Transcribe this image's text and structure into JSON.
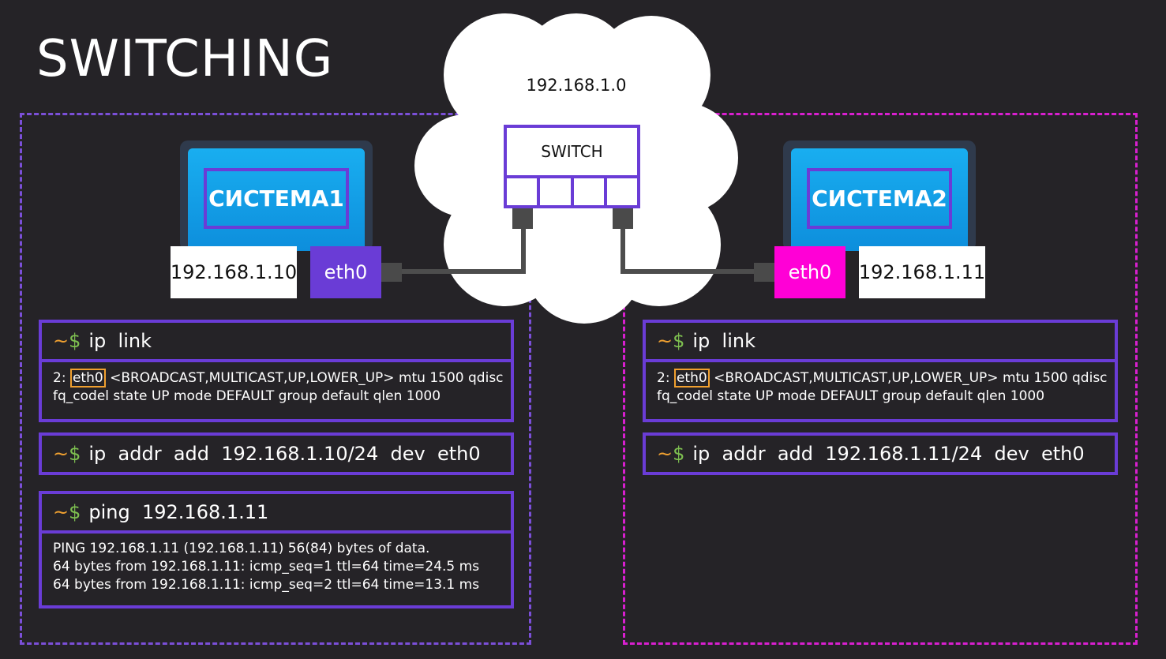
{
  "title": "SWITCHING",
  "network": {
    "address": "192.168.1.0",
    "switch_label": "SWITCH"
  },
  "hosts": {
    "left": {
      "name": "СИСТЕМА1",
      "ip": "192.168.1.10",
      "iface": "eth0",
      "iface_color": "#6a3cd6"
    },
    "right": {
      "name": "СИСТЕМА2",
      "ip": "192.168.1.11",
      "iface": "eth0",
      "iface_color": "#ff00d6"
    }
  },
  "prompt": {
    "tilde": "~",
    "dollar": "$"
  },
  "left_terminals": {
    "ip_link": {
      "command": "ip  link",
      "out_prefix": "2: ",
      "out_iface": "eth0",
      "out_line1_rest": " <BROADCAST,MULTICAST,UP,LOWER_UP> mtu 1500 qdisc",
      "out_line2": "fq_codel state UP mode DEFAULT group default qlen 1000"
    },
    "addr_add": {
      "command": "ip  addr  add  192.168.1.10/24  dev  eth0"
    },
    "ping": {
      "command": "ping  192.168.1.11",
      "out_lines": [
        "PING 192.168.1.11 (192.168.1.11) 56(84) bytes of data.",
        "64 bytes from 192.168.1.11: icmp_seq=1 ttl=64 time=24.5 ms",
        "64 bytes from 192.168.1.11: icmp_seq=2 ttl=64 time=13.1 ms"
      ]
    }
  },
  "right_terminals": {
    "ip_link": {
      "command": "ip  link",
      "out_prefix": "2: ",
      "out_iface": "eth0",
      "out_line1_rest": " <BROADCAST,MULTICAST,UP,LOWER_UP> mtu 1500 qdisc",
      "out_line2": "fq_codel state UP mode DEFAULT group default qlen 1000"
    },
    "addr_add": {
      "command": "ip  addr  add  192.168.1.11/24  dev  eth0"
    }
  },
  "colors": {
    "background": "#252327",
    "left_network_border": "#7b4fd8",
    "right_network_border": "#d81fcf",
    "terminal_border": "#6a3cd6",
    "prompt_tilde": "#f0a030",
    "prompt_dollar": "#7ec050",
    "screen_blue": "#19aef0"
  }
}
